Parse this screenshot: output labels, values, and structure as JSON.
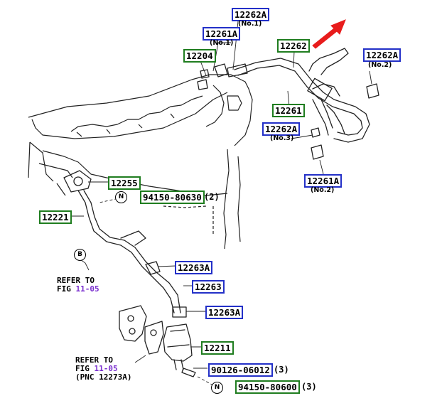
{
  "labels": {
    "p12262A_top": "12262A",
    "p12262A_top_note": "(No.1)",
    "p12261A_top": "12261A",
    "p12261A_top_note": "(No.1)",
    "p12204": "12204",
    "p12262": "12262",
    "p12262A_right": "12262A",
    "p12262A_right_note": "(No.2)",
    "p12261": "12261",
    "p12262A_mid": "12262A",
    "p12262A_mid_note": "(No.3)",
    "p12261A_bottom": "12261A",
    "p12261A_bottom_note": "(No.2)",
    "p12255": "12255",
    "p94150_80630": "94150-80630",
    "p94150_80630_qty": "(2)",
    "p12221": "12221",
    "p12263A_upper": "12263A",
    "p12263": "12263",
    "p12263A_lower": "12263A",
    "p12211": "12211",
    "p90126_06012": "90126-06012",
    "p90126_06012_qty": "(3)",
    "p94150_80600": "94150-80600",
    "p94150_80600_qty": "(3)"
  },
  "refs": {
    "ref1_line1": "REFER TO",
    "ref1_line2_prefix": "FIG ",
    "ref1_fig": "11-05",
    "ref2_line1": "REFER TO",
    "ref2_line2_prefix": "FIG ",
    "ref2_fig": "11-05",
    "ref2_line3": "(PNC 12273A)"
  },
  "markers": {
    "n1": "N",
    "b": "B",
    "n2": "N"
  },
  "colors": {
    "blue_box": "#2330c8",
    "green_box": "#1f7d1f",
    "arrow": "#e81c1c",
    "fig_ref": "#7a2fcf"
  }
}
